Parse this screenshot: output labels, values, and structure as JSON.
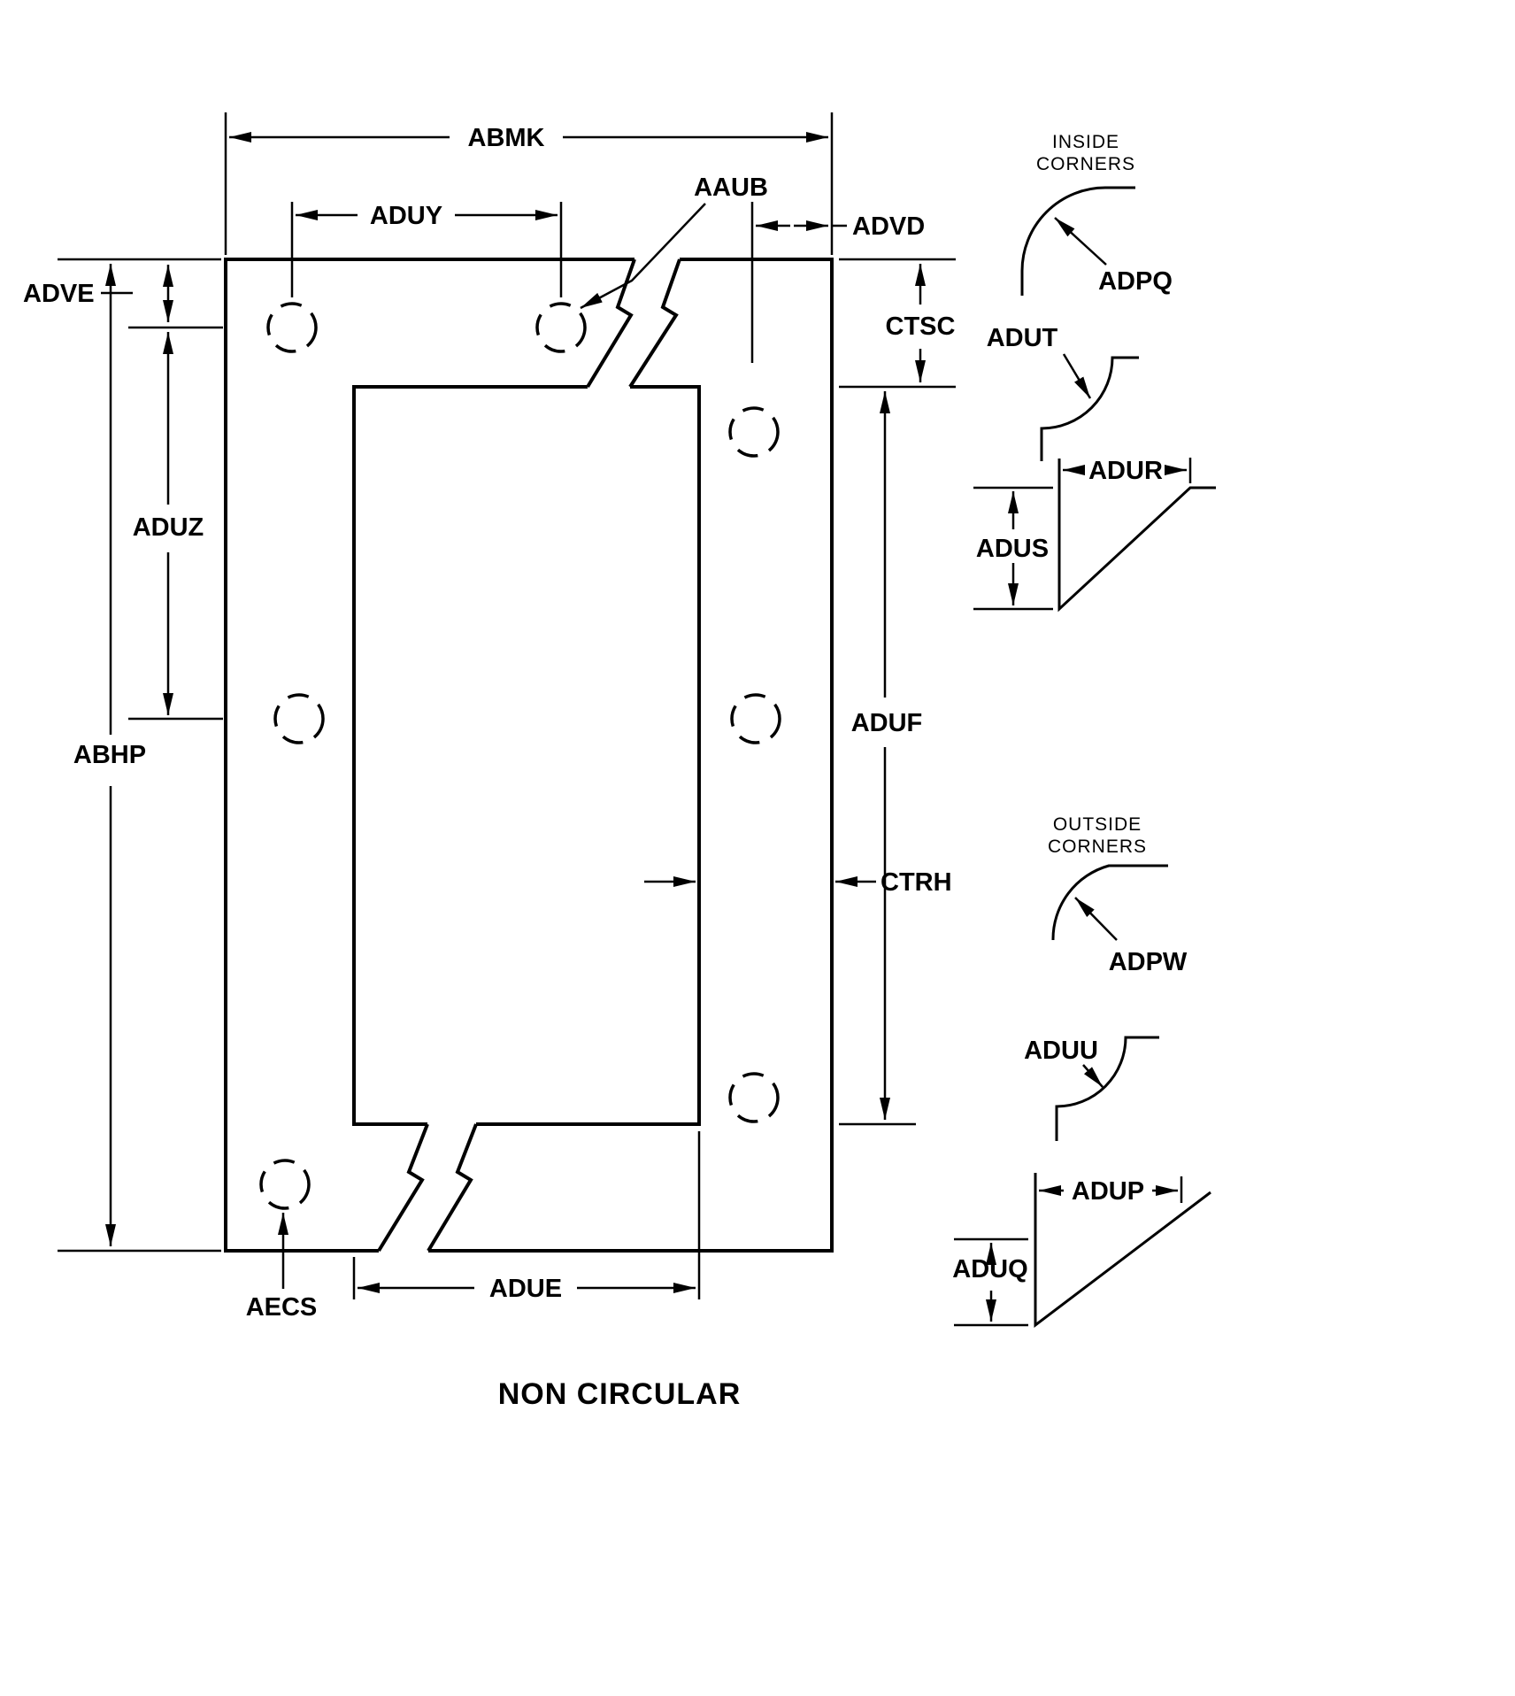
{
  "drawing": {
    "title": "NON CIRCULAR",
    "headings": {
      "inside_corners_line1": "INSIDE",
      "inside_corners_line2": "CORNERS",
      "outside_corners_line1": "OUTSIDE",
      "outside_corners_line2": "CORNERS"
    },
    "dimension_labels": {
      "abmk": "ABMK",
      "aduy": "ADUY",
      "aaub": "AAUB",
      "advd": "ADVD",
      "adve": "ADVE",
      "ctsc": "CTSC",
      "aduz": "ADUZ",
      "abhp": "ABHP",
      "aduf": "ADUF",
      "ctrh": "CTRH",
      "aecs": "AECS",
      "adue": "ADUE",
      "adpq": "ADPQ",
      "adut": "ADUT",
      "adur": "ADUR",
      "adus": "ADUS",
      "adpw": "ADPW",
      "aduu": "ADUU",
      "adup": "ADUP",
      "aduq": "ADUQ"
    },
    "colors": {
      "line": "#000000",
      "background": "#ffffff"
    }
  }
}
